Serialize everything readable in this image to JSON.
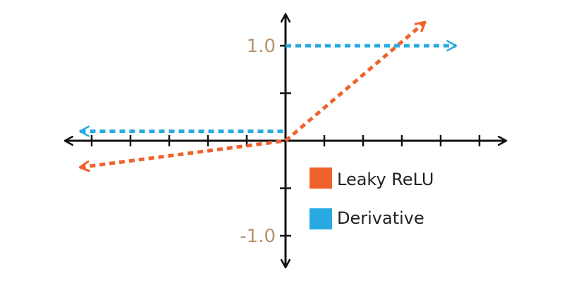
{
  "chart_data": {
    "type": "line",
    "title": "",
    "xlabel": "",
    "ylabel": "",
    "xlim": [
      -5.5,
      5.5
    ],
    "ylim": [
      -1.4,
      1.4
    ],
    "grid": false,
    "legend_placement": "bottom-right",
    "y_tick_labels": [
      {
        "value": 1.0,
        "label": "1.0"
      },
      {
        "value": -1.0,
        "label": "-1.0"
      }
    ],
    "series": [
      {
        "name": "Leaky ReLU",
        "color": "#f0622d",
        "style": "dotted",
        "arrow_ends": true,
        "x": [
          -5.3,
          0,
          3.6
        ],
        "y": [
          -0.28,
          0,
          1.25
        ]
      },
      {
        "name": "Derivative",
        "color": "#29a9e1",
        "style": "dotted",
        "arrow_ends": true,
        "segments": [
          {
            "x": [
              -5.3,
              0
            ],
            "y": [
              0.1,
              0.1
            ]
          },
          {
            "x": [
              0,
              4.4
            ],
            "y": [
              1.0,
              1.0
            ]
          }
        ]
      }
    ],
    "colors": {
      "axis": "#111111",
      "tick_label": "#b8936d"
    }
  }
}
